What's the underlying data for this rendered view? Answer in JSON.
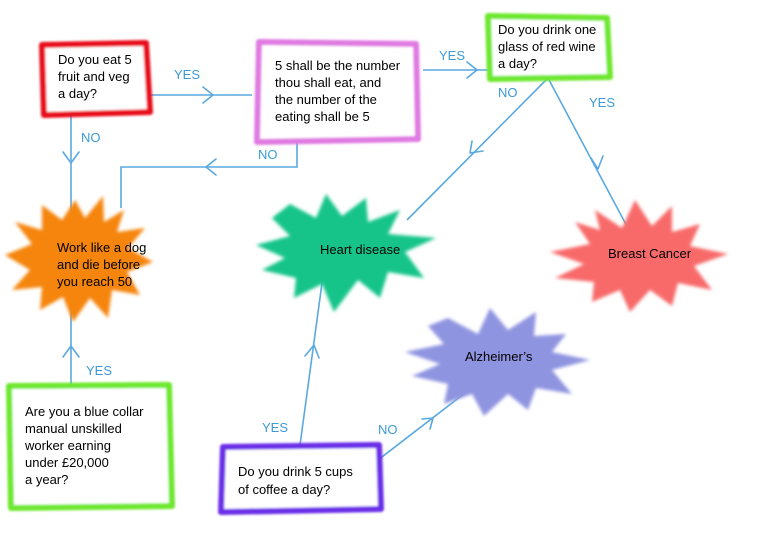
{
  "nodes": {
    "fruit_veg": {
      "lines": [
        "Do you eat 5",
        "fruit and veg",
        "a day?"
      ],
      "color": "#e8101a"
    },
    "five_number": {
      "lines": [
        "5 shall be the number",
        "thou shall eat, and",
        "the number of the",
        "eating shall be 5"
      ],
      "color": "#e07ae2"
    },
    "red_wine": {
      "lines": [
        "Do you drink one",
        "glass of red wine",
        "a day?"
      ],
      "color": "#6ee82e"
    },
    "work_dog": {
      "lines": [
        "Work like a dog",
        "and die before",
        "you reach 50"
      ],
      "color": "#f5850e"
    },
    "heart_disease": {
      "lines": [
        "Heart disease"
      ],
      "color": "#13c48a"
    },
    "breast_cancer": {
      "lines": [
        "Breast Cancer"
      ],
      "color": "#f86a6a"
    },
    "alzheimers": {
      "lines": [
        "Alzheimer’s"
      ],
      "color": "#8f94e0"
    },
    "blue_collar": {
      "lines": [
        "Are you a blue collar",
        "manual unskilled",
        "worker earning",
        "under £20,000",
        "a year?"
      ],
      "color": "#6ee82e"
    },
    "coffee": {
      "lines": [
        "Do you drink 5 cups",
        "of coffee a day?"
      ],
      "color": "#6a2ee8"
    }
  },
  "edges": {
    "fruit_yes": "YES",
    "fruit_no": "NO",
    "five_yes": "YES",
    "five_no": "NO",
    "wine_no": "NO",
    "wine_yes": "YES",
    "collar_yes": "YES",
    "coffee_yes": "YES",
    "coffee_no": "NO"
  },
  "colors": {
    "arrow": "#5aa9e0",
    "label": "#3c9ad6"
  }
}
